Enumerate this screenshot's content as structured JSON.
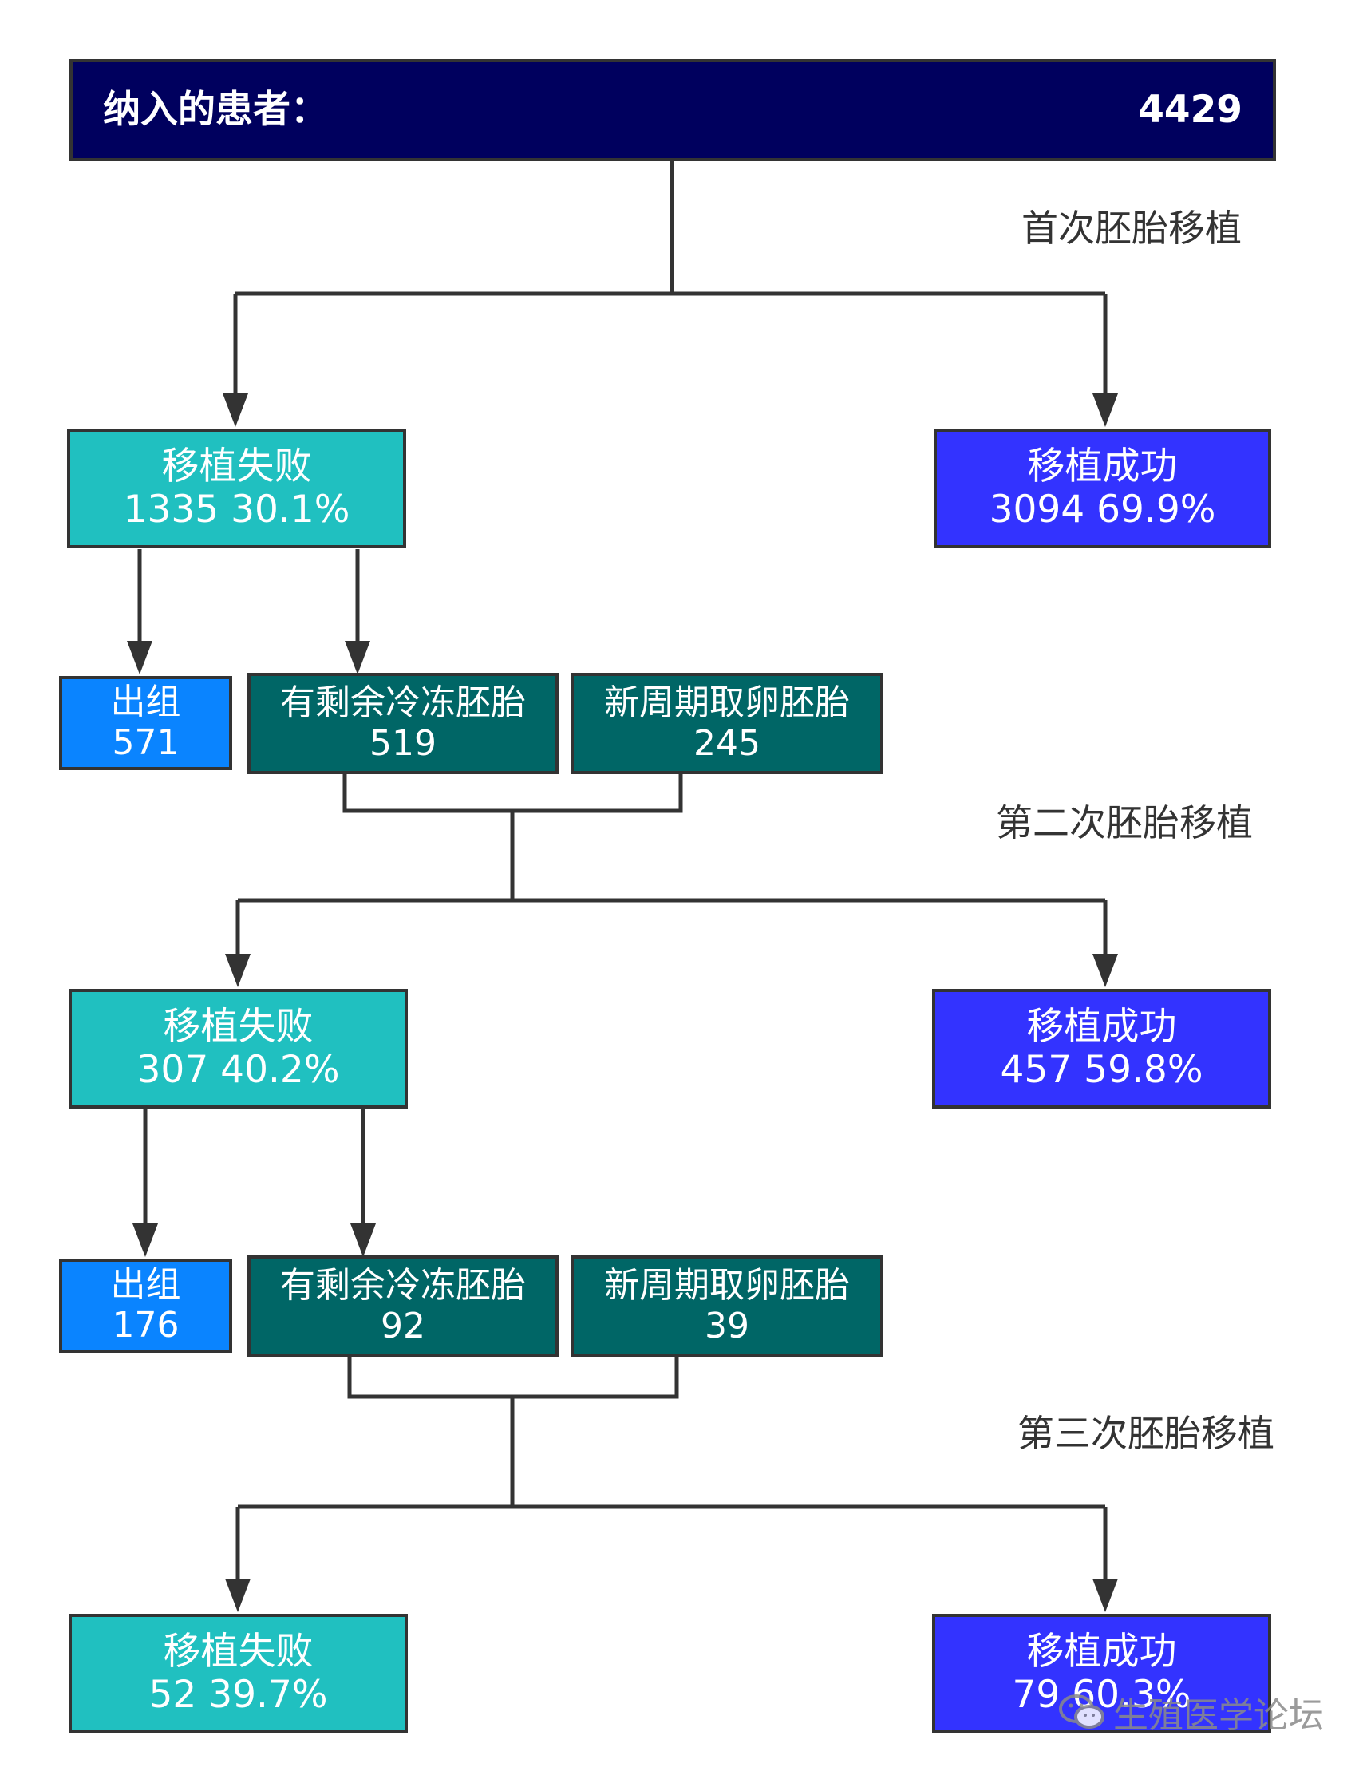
{
  "root": {
    "label": "纳入的患者：",
    "value": "4429"
  },
  "stage1": {
    "title": "首次胚胎移植",
    "fail": {
      "label": "移植失败",
      "value": "1335  30.1%"
    },
    "success": {
      "label": "移植成功",
      "value": "3094  69.9%"
    },
    "exit": {
      "label": "出组",
      "value": "571"
    },
    "frozen": {
      "label": "有剩余冷冻胚胎",
      "value": "519"
    },
    "new_cycle": {
      "label": "新周期取卵胚胎",
      "value": "245"
    }
  },
  "stage2": {
    "title": "第二次胚胎移植",
    "fail": {
      "label": "移植失败",
      "value": "307  40.2%"
    },
    "success": {
      "label": "移植成功",
      "value": "457  59.8%"
    },
    "exit": {
      "label": "出组",
      "value": "176"
    },
    "frozen": {
      "label": "有剩余冷冻胚胎",
      "value": "92"
    },
    "new_cycle": {
      "label": "新周期取卵胚胎",
      "value": "39"
    }
  },
  "stage3": {
    "title": "第三次胚胎移植",
    "fail": {
      "label": "移植失败",
      "value": "52  39.7%"
    },
    "success": {
      "label": "移植成功",
      "value": "79  60.3%"
    }
  },
  "watermark": "生殖医学论坛",
  "colors": {
    "root": "#00005e",
    "fail": "#20c0c0",
    "success": "#3333ff",
    "exit": "#0a84ff",
    "teal_dark": "#006666",
    "line": "#333333"
  }
}
